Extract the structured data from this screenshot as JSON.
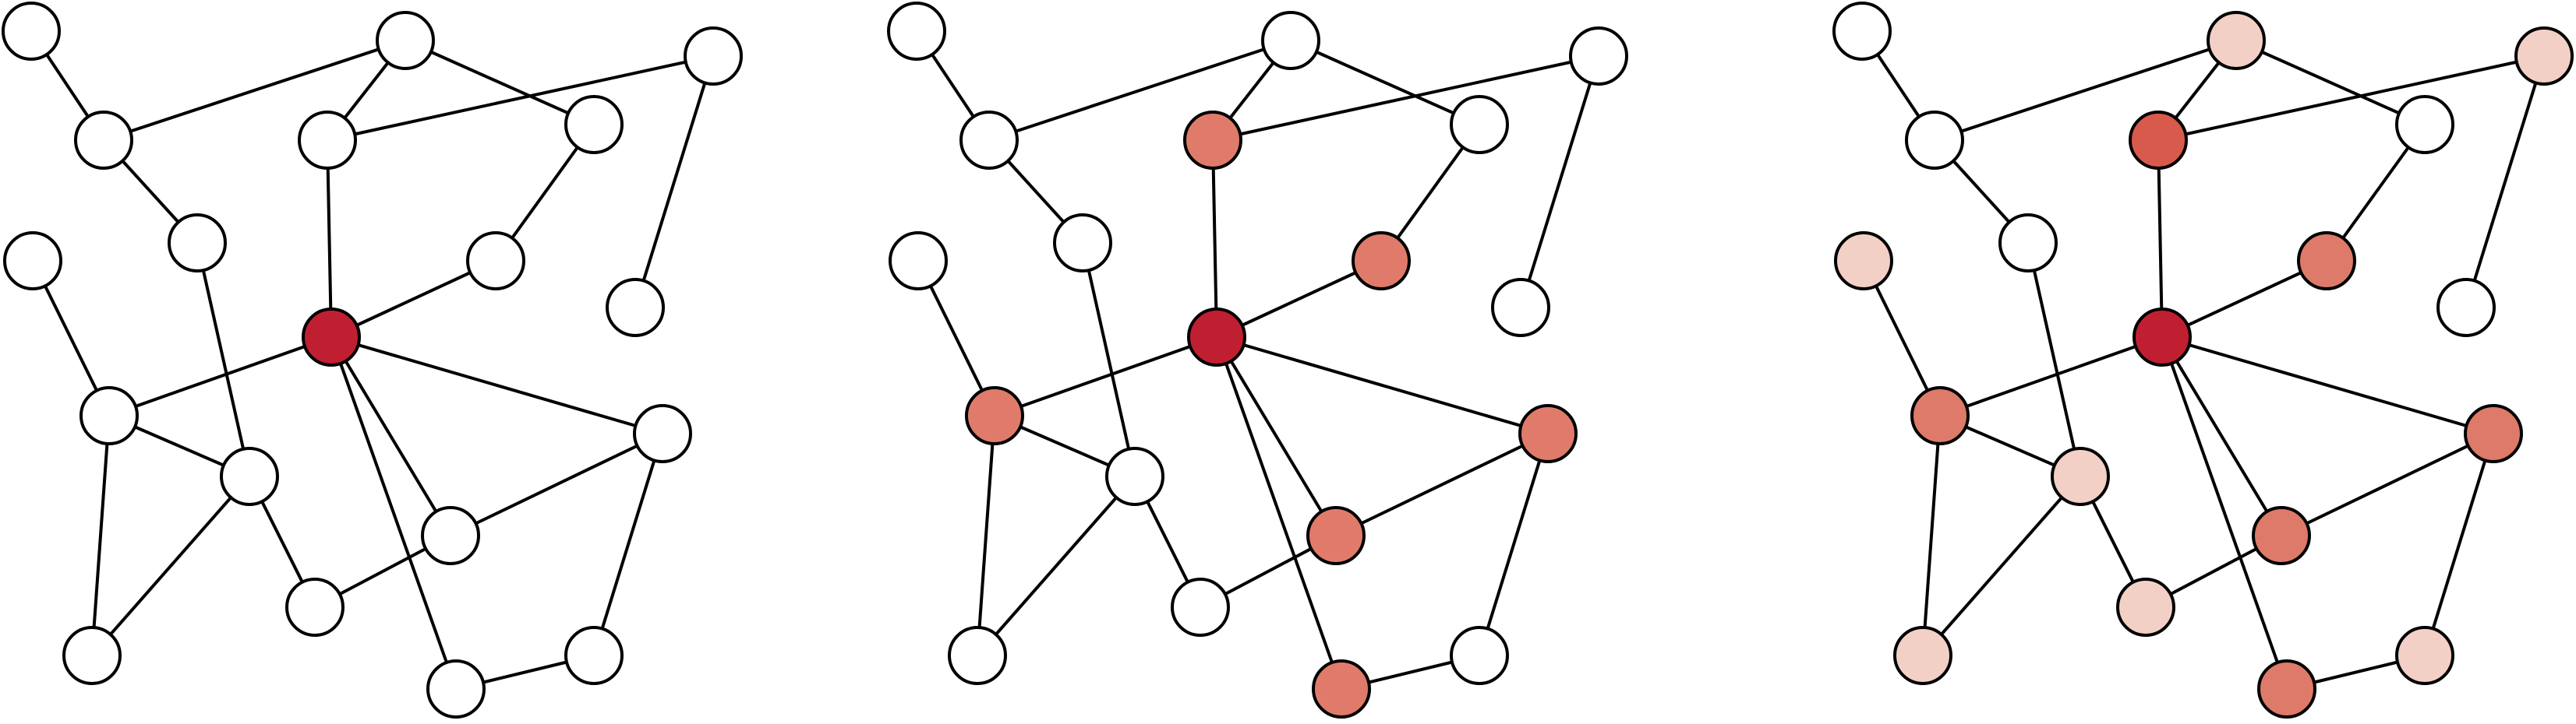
{
  "colors": {
    "white": "#ffffff",
    "source": "#c01f32",
    "hop1_panel2": "#e07b6b",
    "hop1_panel3": "#dd7a69",
    "hop_highlight": "#d85a4c",
    "hop2_panel3": "#f3d0c6",
    "stroke": "#000000"
  },
  "nodes": [
    "n1",
    "n2",
    "n3",
    "n4",
    "n5",
    "n6",
    "n7",
    "n8",
    "n9",
    "n10",
    "n11",
    "n12",
    "n13",
    "n14",
    "n15",
    "n16",
    "n17",
    "n18",
    "n19",
    "n20",
    "n21",
    "n22"
  ],
  "edges": [
    [
      "n1",
      "n2"
    ],
    [
      "n2",
      "n3"
    ],
    [
      "n2",
      "n4"
    ],
    [
      "n3",
      "n6"
    ],
    [
      "n3",
      "n7"
    ],
    [
      "n4",
      "n10"
    ],
    [
      "n5",
      "n6"
    ],
    [
      "n5",
      "n8"
    ],
    [
      "n7",
      "n9"
    ],
    [
      "n8",
      "n12"
    ],
    [
      "n6",
      "n10"
    ],
    [
      "n9",
      "n10"
    ],
    [
      "n11",
      "n12"
    ],
    [
      "n12",
      "n10"
    ],
    [
      "n12",
      "n13"
    ],
    [
      "n12",
      "n16"
    ],
    [
      "n10",
      "n14"
    ],
    [
      "n10",
      "n18"
    ],
    [
      "n10",
      "n21"
    ],
    [
      "n13",
      "n15"
    ],
    [
      "n13",
      "n17"
    ],
    [
      "n14",
      "n18"
    ],
    [
      "n14",
      "n20"
    ],
    [
      "n15",
      "n19"
    ],
    [
      "n18",
      "n19"
    ],
    [
      "n18",
      "n20"
    ],
    [
      "n20",
      "n22"
    ],
    [
      "n21",
      "n22"
    ]
  ],
  "panels": [
    {
      "name": "panel-1",
      "fills": {
        "n10": "source"
      }
    },
    {
      "name": "panel-2",
      "fills": {
        "n10": "source",
        "n6": "hop1_panel2",
        "n9": "hop1_panel2",
        "n12": "hop1_panel2",
        "n14": "hop1_panel2",
        "n18": "hop1_panel2",
        "n21": "hop1_panel2"
      }
    },
    {
      "name": "panel-3",
      "fills": {
        "n10": "source",
        "n6": "hop_highlight",
        "n9": "hop1_panel3",
        "n12": "hop1_panel3",
        "n14": "hop1_panel3",
        "n18": "hop1_panel3",
        "n21": "hop1_panel3",
        "n3": "hop2_panel3",
        "n5": "hop2_panel3",
        "n11": "hop2_panel3",
        "n13": "hop2_panel3",
        "n15": "hop2_panel3",
        "n16": "hop2_panel3",
        "n19": "hop2_panel3",
        "n22": "hop2_panel3"
      }
    }
  ]
}
